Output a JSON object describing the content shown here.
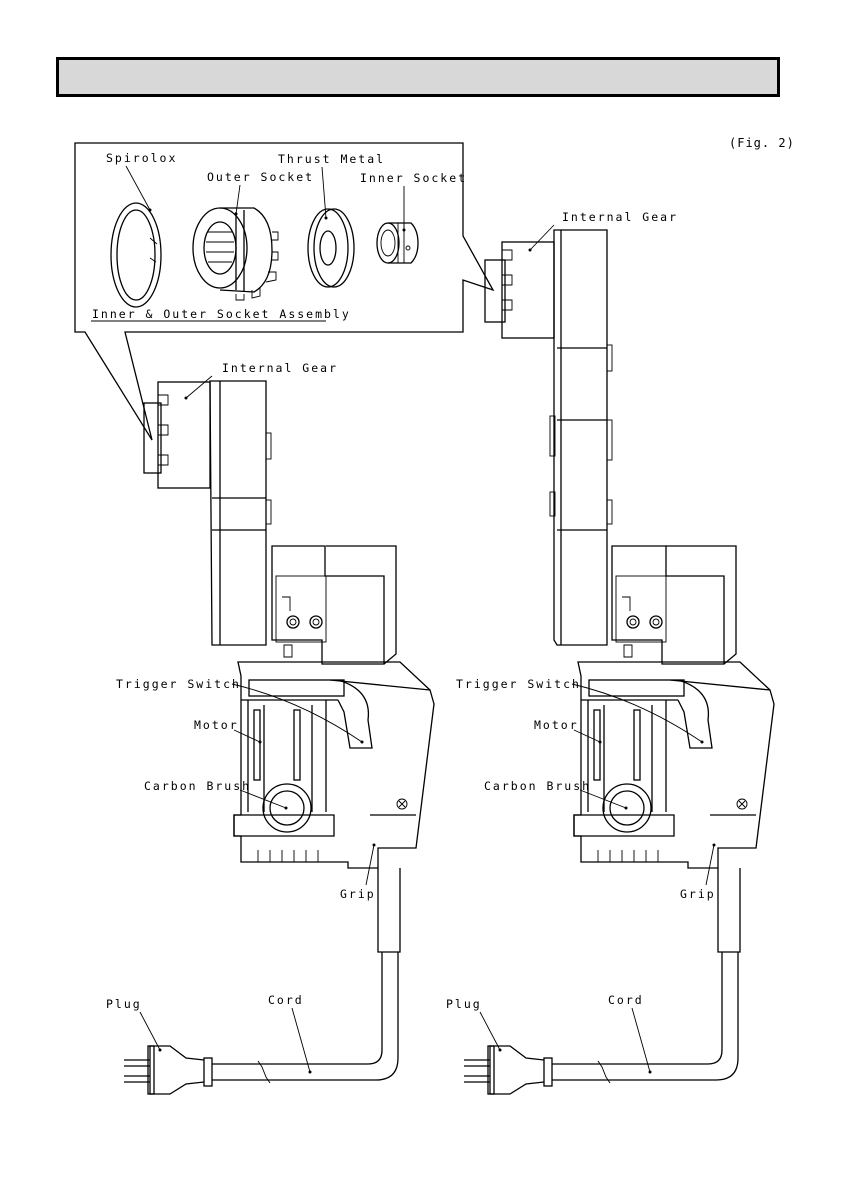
{
  "header": {
    "title": ""
  },
  "figure_label": "(Fig. 2)",
  "inset": {
    "labels": {
      "spirolox": "Spirolox",
      "outer_socket": "Outer Socket",
      "thrust_metal": "Thrust Metal",
      "inner_socket": "Inner Socket",
      "assembly": "Inner & Outer Socket Assembly"
    }
  },
  "left_tool": {
    "internal_gear": "Internal Gear",
    "trigger_switch": "Trigger Switch",
    "motor": "Motor",
    "carbon_brush": "Carbon Brush",
    "grip": "Grip",
    "plug": "Plug",
    "cord": "Cord"
  },
  "right_tool": {
    "internal_gear": "Internal Gear",
    "trigger_switch": "Trigger Switch",
    "motor": "Motor",
    "carbon_brush": "Carbon Brush",
    "grip": "Grip",
    "plug": "Plug",
    "cord": "Cord"
  },
  "colors": {
    "line": "#000000",
    "header_fill": "#d8d8d8",
    "background": "#ffffff"
  }
}
